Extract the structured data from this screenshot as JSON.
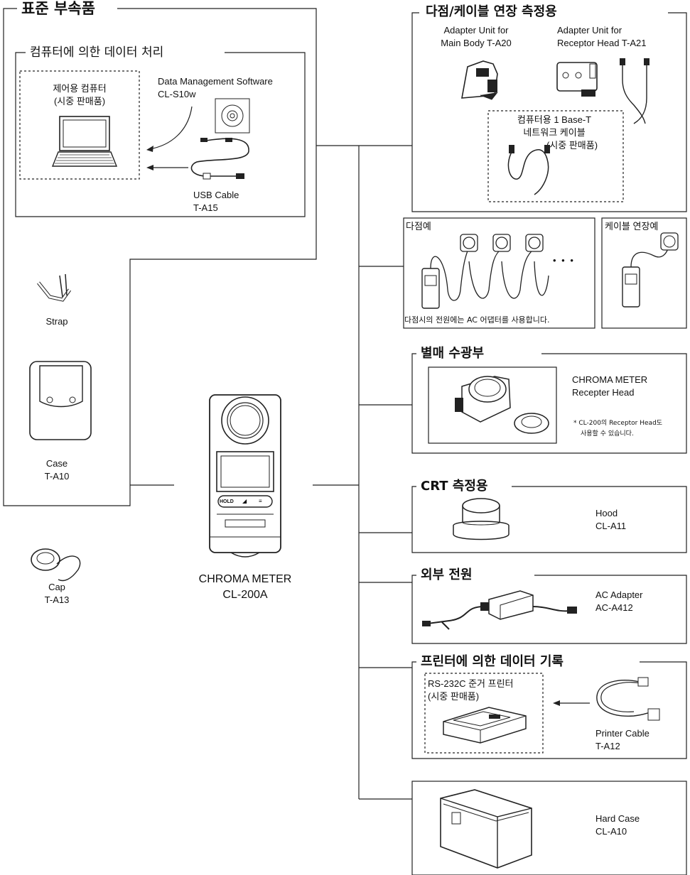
{
  "standard": {
    "title": "표준 부속품",
    "pc_section": {
      "title": "컴퓨터에 의한 데이터 처리",
      "pc_label": [
        "제어용 컴퓨터",
        "(시중 판매품)"
      ],
      "software": [
        "Data Management Software",
        "CL-S10w"
      ],
      "usb": [
        "USB Cable",
        "T-A15"
      ]
    },
    "strap": "Strap",
    "case": [
      "Case",
      "T-A10"
    ],
    "cap": [
      "Cap",
      "T-A13"
    ]
  },
  "main_unit": [
    "CHROMA METER",
    "CL-200A"
  ],
  "multi_ext": {
    "title": "다점/케이블 연장 측정용",
    "adapter_main": [
      "Adapter Unit for",
      "Main Body T-A20"
    ],
    "adapter_receptor": [
      "Adapter Unit for",
      "Receptor Head T-A21"
    ],
    "network_cable": [
      "컴퓨터용 1 Base-T",
      "네트워크 케이블",
      "(시중 판매품)"
    ]
  },
  "multipoint_example": {
    "title": "다점예",
    "ellipsis": "• • •",
    "note": "다점시의 전원에는 AC 어댑터를 사용합니다."
  },
  "cable_ext_example": {
    "title": "케이블 연장예"
  },
  "receptor_head": {
    "title": "별매 수광부",
    "name": [
      "CHROMA METER",
      "Recepter Head"
    ],
    "note": [
      "* CL-200의 Receptor Head도",
      "사용할 수 있습니다."
    ]
  },
  "crt": {
    "title": "CRT 측정용",
    "item": [
      "Hood",
      "CL-A11"
    ]
  },
  "power": {
    "title": "외부 전원",
    "item": [
      "AC Adapter",
      "AC-A412"
    ]
  },
  "printer": {
    "title": "프린터에 의한 데이터 기록",
    "printer_label": [
      "RS-232C 준거 프린터",
      "(시중 판매품)"
    ],
    "cable": [
      "Printer Cable",
      "T-A12"
    ]
  },
  "hard_case": [
    "Hard Case",
    "CL-A10"
  ],
  "meter_buttons": [
    "HOLD",
    "◢",
    "≡"
  ]
}
